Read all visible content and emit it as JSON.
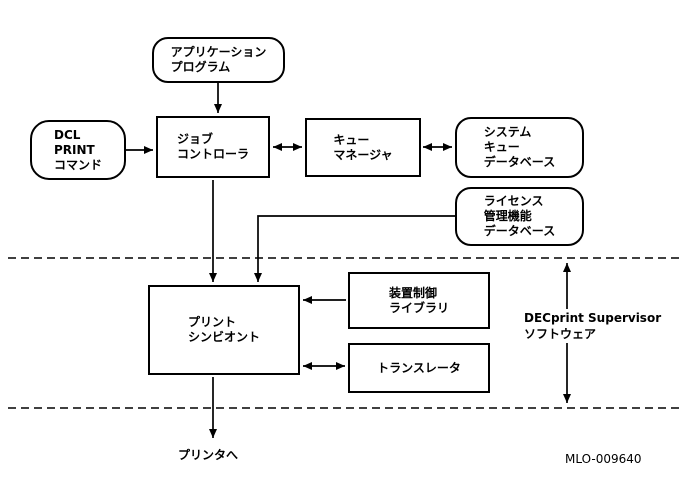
{
  "nodes": {
    "application_program": {
      "line1": "アプリケーション",
      "line2": "プログラム"
    },
    "dcl_print_command": {
      "line1": "DCL",
      "line2": "PRINT",
      "line3": "コマンド"
    },
    "job_controller": {
      "line1": "ジョブ",
      "line2": "コントローラ"
    },
    "queue_manager": {
      "line1": "キュー",
      "line2": "マネージャ"
    },
    "system_queue_database": {
      "line1": "システム",
      "line2": "キュー",
      "line3": "データベース"
    },
    "license_management_database": {
      "line1": "ライセンス",
      "line2": "管理機能",
      "line3": "データベース"
    },
    "print_symbiont": {
      "line1": "プリント",
      "line2": "シンビオント"
    },
    "device_control_library": {
      "line1": "装置制御",
      "line2": "ライブラリ"
    },
    "translator": {
      "line1": "トランスレータ"
    }
  },
  "labels": {
    "supervisor_line1": "DECprint Supervisor",
    "supervisor_line2": "ソフトウェア",
    "to_printer": "プリンタへ",
    "figure_id": "MLO-009640"
  },
  "colors": {
    "line": "#000000",
    "background": "#ffffff"
  }
}
